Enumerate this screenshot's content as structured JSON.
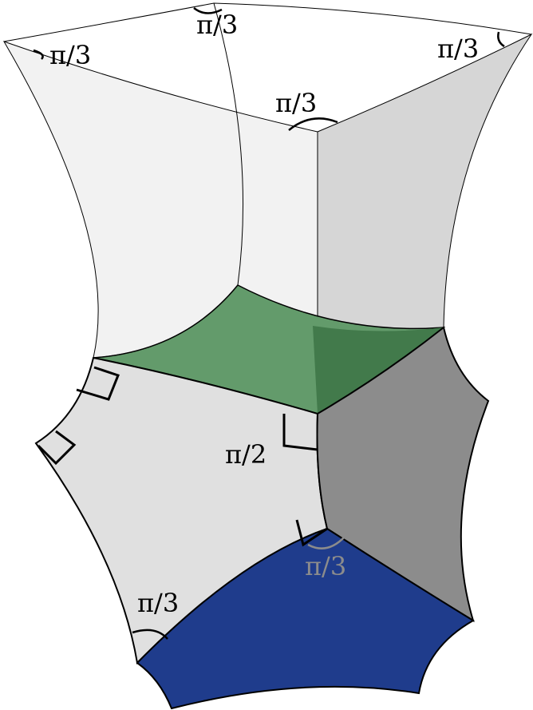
{
  "labels": {
    "top_left": "π/3",
    "top_center": "π/3",
    "top_right": "π/3",
    "inner_top": "π/3",
    "middle_right_angle": "π/2",
    "lower_left": "π/3",
    "blue_face": "π/3"
  },
  "colors": {
    "face_light": "#e0e0e0",
    "face_lighter": "#f2f2f2",
    "face_grey_light": "#d6d6d6",
    "face_grey_dark": "#8c8c8c",
    "face_green": "#639b6b",
    "face_green_dark": "#427a4b",
    "face_blue": "#1f3c8c",
    "edge": "#000000",
    "blue_label": "#8c8c8c"
  }
}
